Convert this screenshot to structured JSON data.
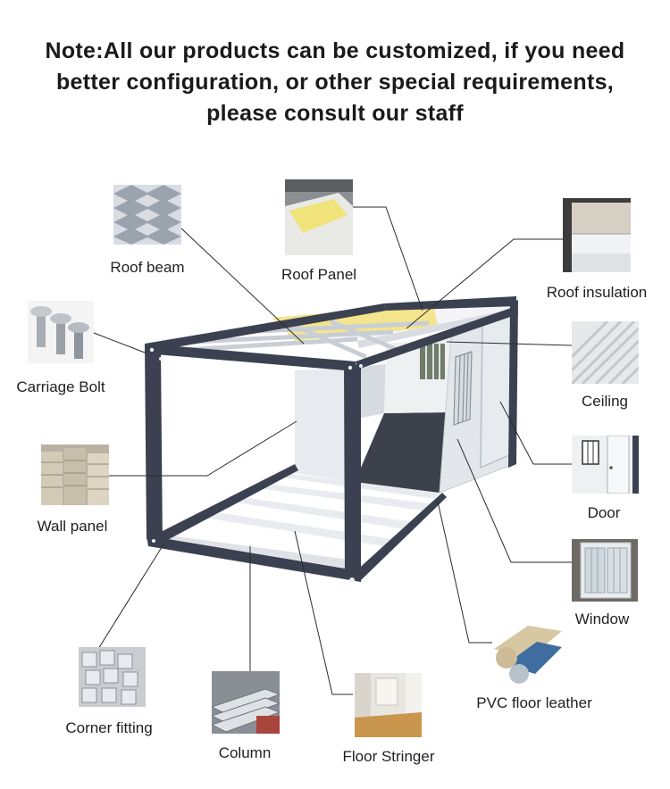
{
  "note": {
    "lines": [
      "Note:All our products can be customized, if you need",
      "better configuration, or other special requirements,",
      "please consult our staff"
    ]
  },
  "components": {
    "roof_beam": "Roof beam",
    "roof_panel": "Roof Panel",
    "roof_insulation": "Roof insulation",
    "carriage_bolt": "Carriage Bolt",
    "ceiling": "Ceiling",
    "wall_panel": "Wall panel",
    "door": "Door",
    "window": "Window",
    "corner_fitting": "Corner fitting",
    "column": "Column",
    "floor_stringer": "Floor Stringer",
    "pvc_floor_leather": "PVC floor leather"
  },
  "colors": {
    "frame": "#3b4150",
    "panel_white": "#e9ecef",
    "floor_dark": "#3c414b",
    "insulation_yellow": "#f2e07a",
    "leader_line": "#2b2b2b"
  }
}
